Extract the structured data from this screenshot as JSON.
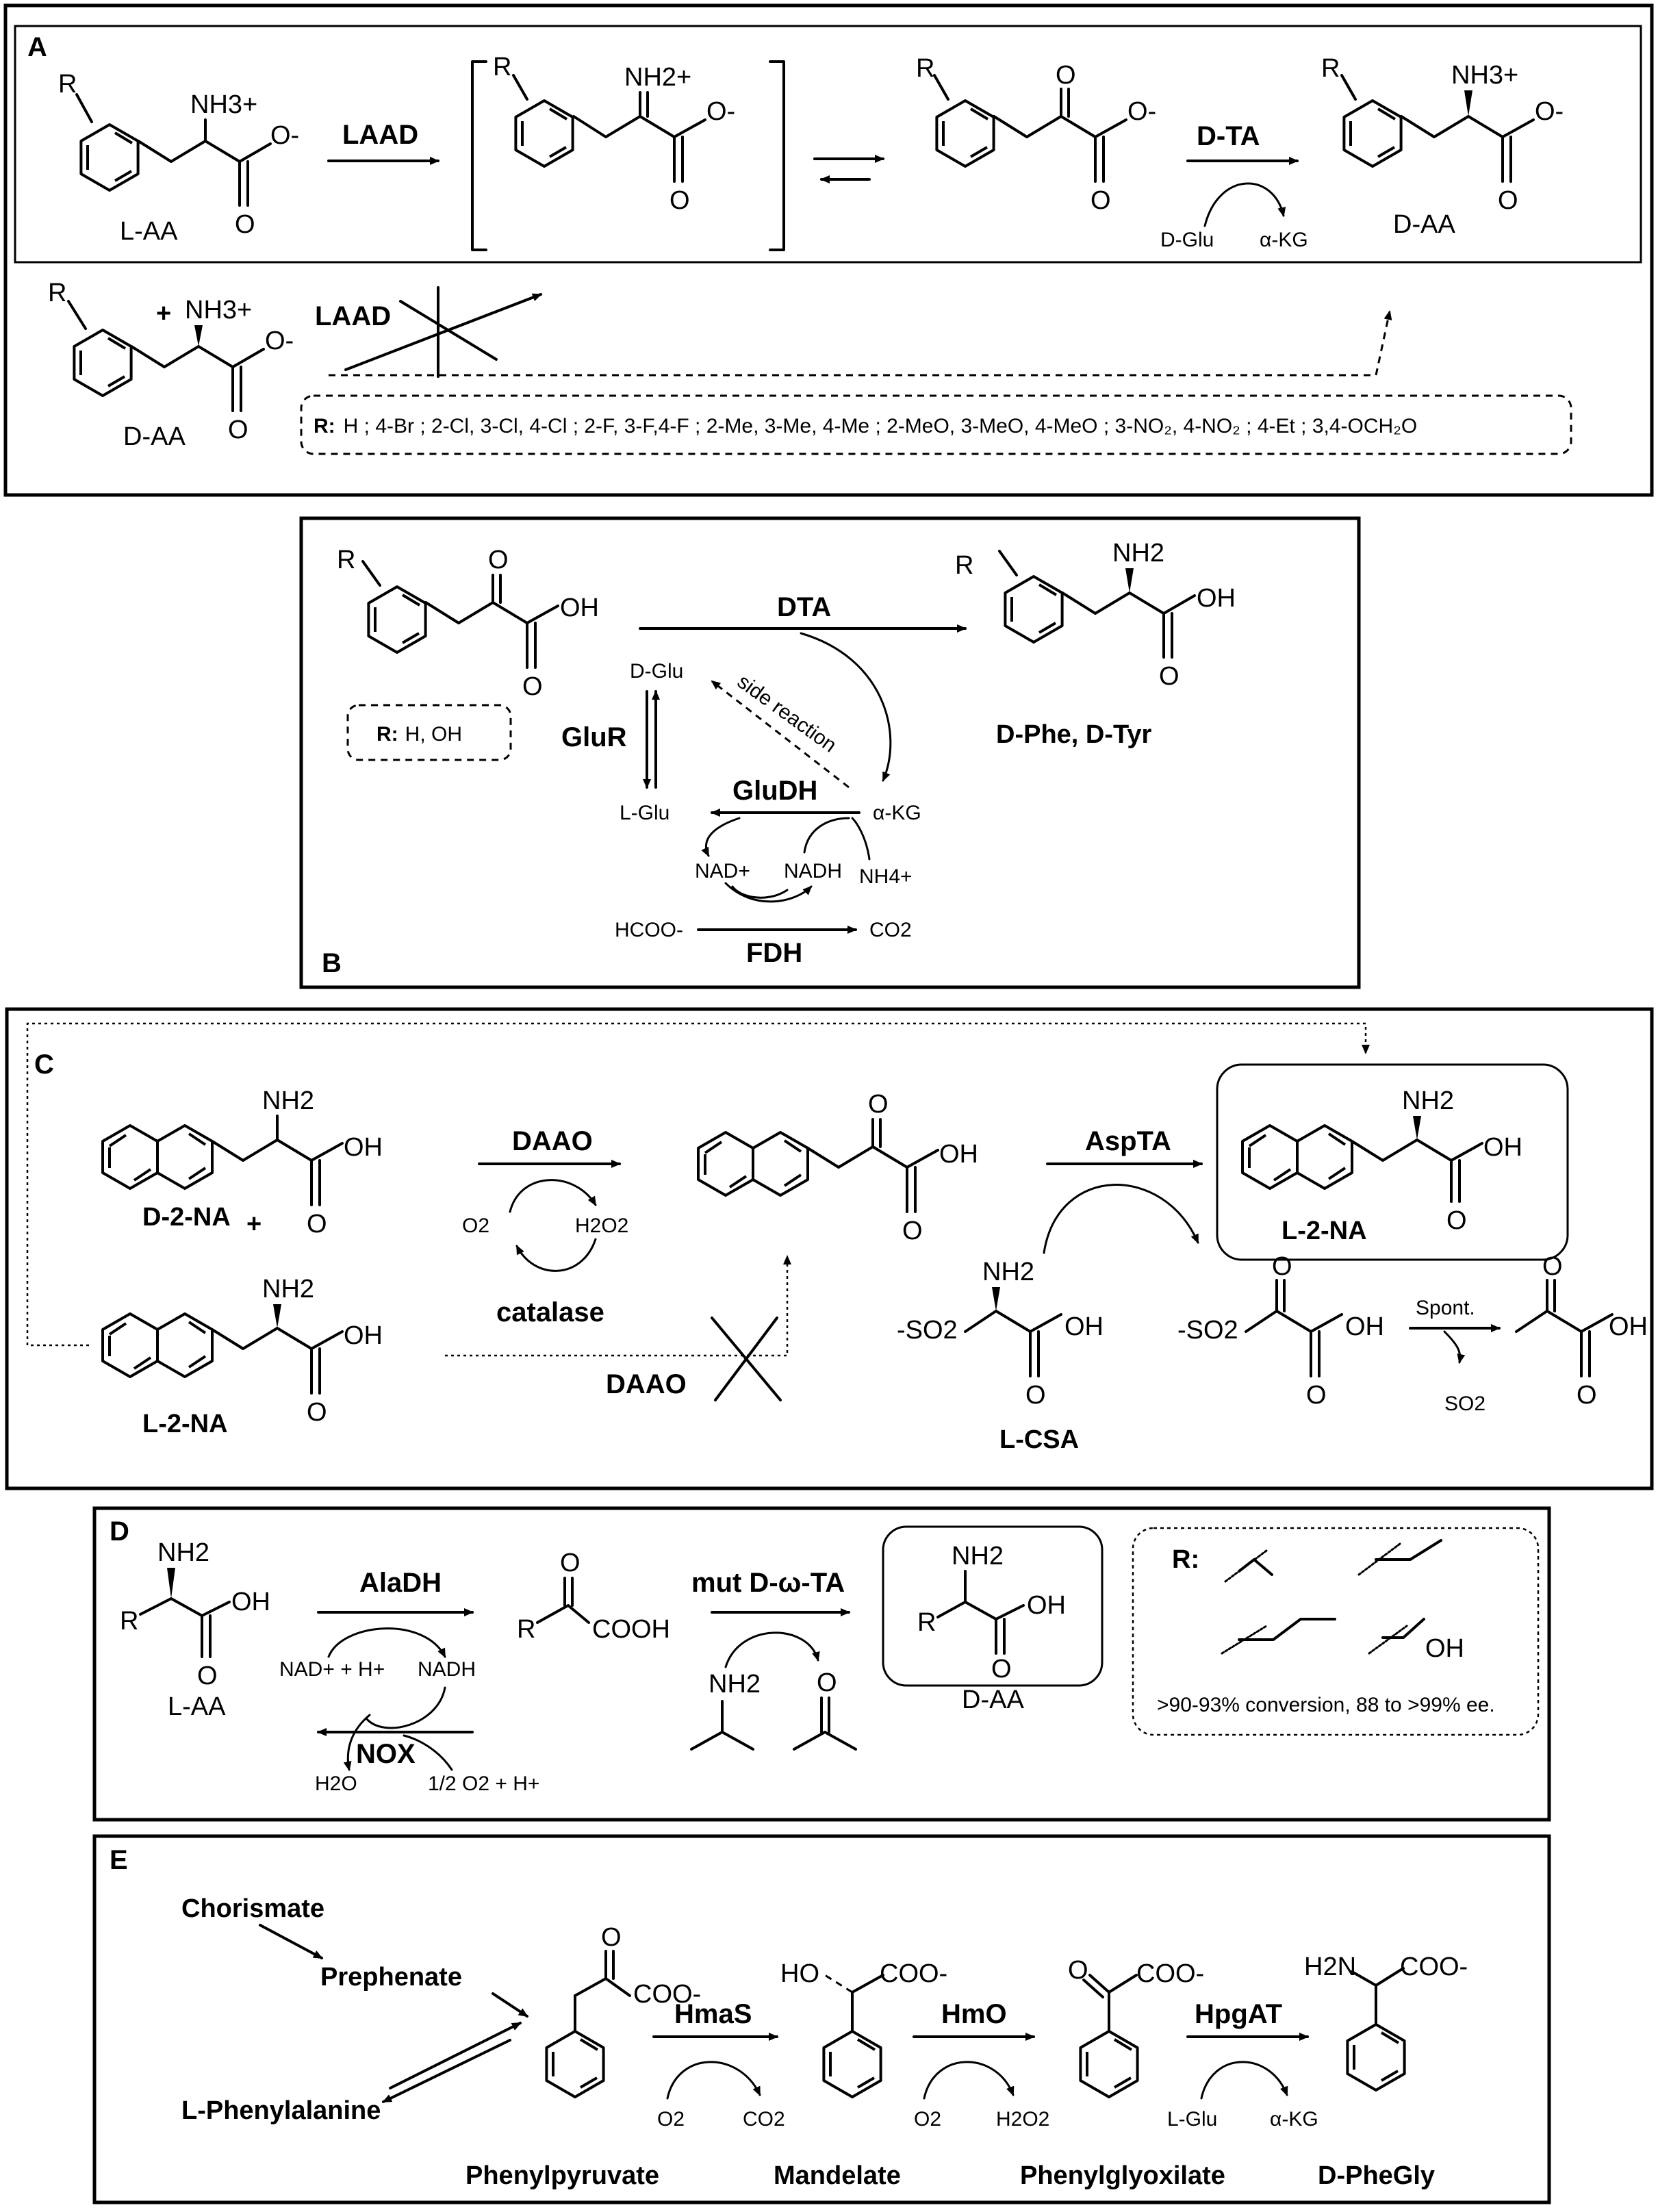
{
  "panels": {
    "A": {
      "letter": "A",
      "substituent": "R",
      "amine_charged": "NH3+",
      "iminium": "NH2+",
      "carboxylate": "O-",
      "enzyme_laad": "LAAD",
      "enzyme_dta": "D-TA",
      "label_laa": "L-AA",
      "label_daa": "D-AA",
      "cosub_in": "D-Glu",
      "cosub_out": "α-KG",
      "plus": "+",
      "r_prefix": "R:",
      "r_list": "H ; 4-Br ; 2-Cl, 3-Cl, 4-Cl ; 2-F, 3-F,4-F ; 2-Me, 3-Me, 4-Me ; 2-MeO, 3-MeO, 4-MeO ; 3-NO₂, 4-NO₂ ; 4-Et ; 3,4-OCH₂O"
    },
    "B": {
      "letter": "B",
      "substituent": "R",
      "oh": "OH",
      "nh2": "NH2",
      "enzyme_dta": "DTA",
      "product": "D-Phe, D-Tyr",
      "r_prefix": "R:",
      "r_list": "H, OH",
      "d_glu": "D-Glu",
      "l_glu": "L-Glu",
      "akg": "α-KG",
      "side_reaction": "side reaction",
      "glur": "GluR",
      "gludh": "GluDH",
      "nad": "NAD+",
      "nadh": "NADH",
      "nh4": "NH4+",
      "formate": "HCOO-",
      "co2": "CO2",
      "fdh": "FDH"
    },
    "C": {
      "letter": "C",
      "nh2": "NH2",
      "oh": "OH",
      "d2na": "D-2-NA",
      "l2na": "L-2-NA",
      "plus": "+",
      "daao": "DAAO",
      "o2": "O2",
      "h2o2": "H2O2",
      "catalase": "catalase",
      "asp_ta": "AspTA",
      "so2_group": "-SO2",
      "lcsa": "L-CSA",
      "spont": "Spont.",
      "so2": "SO2"
    },
    "D": {
      "letter": "D",
      "nh2": "NH2",
      "oh": "OH",
      "r": "R",
      "laa": "L-AA",
      "daa": "D-AA",
      "aladh": "AlaDH",
      "nad_h": "NAD+ + H+",
      "nadh": "NADH",
      "cooh": "COOH",
      "mut": "mut D-ω-TA",
      "nox": "NOX",
      "h2o": "H2O",
      "half_o2": "1/2 O2 + H+",
      "r_prefix": "R:",
      "conversion": ">90-93% conversion, 88 to >99% ee."
    },
    "E": {
      "letter": "E",
      "chorismate": "Chorismate",
      "prephenate": "Prephenate",
      "lphe": "L-Phenylalanine",
      "coo": "COO-",
      "ho": "HO",
      "h2n": "H2N",
      "hmas": "HmaS",
      "hmo": "HmO",
      "hpgat": "HpgAT",
      "o2": "O2",
      "co2": "CO2",
      "h2o2": "H2O2",
      "lglu": "L-Glu",
      "akg": "α-KG",
      "phenylpyruvate": "Phenylpyruvate",
      "mandelate": "Mandelate",
      "phenylglyoxilate": "Phenylglyoxilate",
      "dphegly": "D-PheGly"
    }
  }
}
